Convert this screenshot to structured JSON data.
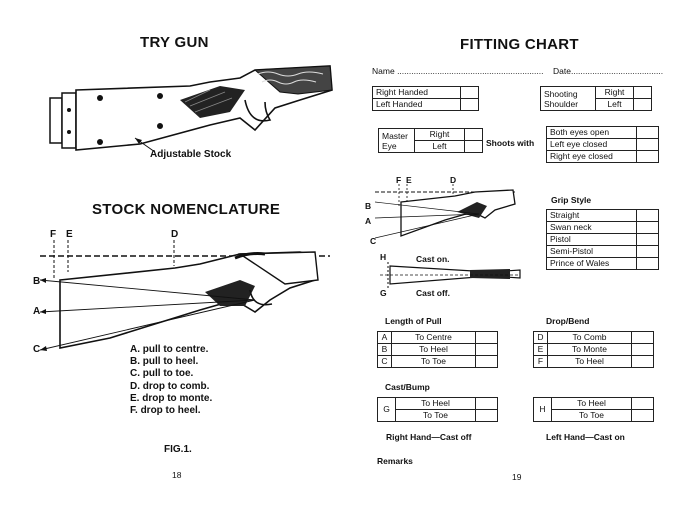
{
  "left_page": {
    "title": "TRY GUN",
    "adjustable_label": "Adjustable Stock",
    "nomenclature_title": "STOCK NOMENCLATURE",
    "letters": {
      "F": "F",
      "E": "E",
      "D": "D",
      "B": "B",
      "A": "A",
      "C": "C"
    },
    "items": [
      {
        "letter": "A.",
        "text": "pull to centre."
      },
      {
        "letter": "B.",
        "text": "pull to heel."
      },
      {
        "letter": "C.",
        "text": "pull to toe."
      },
      {
        "letter": "D.",
        "text": "drop to comb."
      },
      {
        "letter": "E.",
        "text": "drop to monte."
      },
      {
        "letter": "F.",
        "text": "drop to heel."
      }
    ],
    "fig_label": "FIG.1.",
    "page_number": "18"
  },
  "right_page": {
    "title": "FITTING CHART",
    "name_label": "Name",
    "name_dots": "..............................................................",
    "date_label": "Date",
    "date_dots": ".......................................",
    "hand": {
      "right": "Right Handed",
      "left": "Left Handed"
    },
    "shooting_shoulder": {
      "label1": "Shooting",
      "label2": "Shoulder",
      "right": "Right",
      "left": "Left"
    },
    "master_eye": {
      "label1": "Master",
      "label2": "Eye",
      "right": "Right",
      "left": "Left"
    },
    "shoots_with": {
      "label": "Shoots with",
      "options": [
        "Both eyes open",
        "Left eye closed",
        "Right eye closed"
      ]
    },
    "diagram_letters": {
      "F": "F",
      "E": "E",
      "D": "D",
      "B": "B",
      "A": "A",
      "C": "C",
      "H": "H",
      "G": "G"
    },
    "cast_on": "Cast on.",
    "cast_off": "Cast off.",
    "grip_style": {
      "title": "Grip Style",
      "options": [
        "Straight",
        "Swan neck",
        "Pistol",
        "Semi-Pistol",
        "Prince of Wales"
      ]
    },
    "length_of_pull": {
      "title": "Length of Pull",
      "rows": [
        {
          "letter": "A",
          "label": "To Centre"
        },
        {
          "letter": "B",
          "label": "To Heel"
        },
        {
          "letter": "C",
          "label": "To Toe"
        }
      ]
    },
    "drop_bend": {
      "title": "Drop/Bend",
      "rows": [
        {
          "letter": "D",
          "label": "To Comb"
        },
        {
          "letter": "E",
          "label": "To Monte"
        },
        {
          "letter": "F",
          "label": "To Heel"
        }
      ]
    },
    "cast_bump": {
      "title": "Cast/Bump",
      "g": {
        "letter": "G",
        "rows": [
          "To Heel",
          "To Toe"
        ]
      },
      "h": {
        "letter": "H",
        "rows": [
          "To Heel",
          "To Toe"
        ]
      }
    },
    "right_hand_cast": "Right Hand—Cast off",
    "left_hand_cast": "Left Hand—Cast on",
    "remarks": "Remarks",
    "page_number": "19"
  }
}
